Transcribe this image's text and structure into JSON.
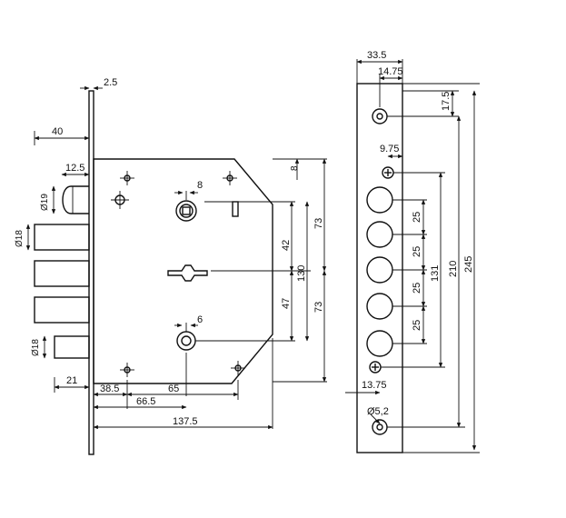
{
  "diagram": {
    "line_color": "#111111",
    "background": "#ffffff",
    "side_view_labels": {
      "plate_thickness": "2.5",
      "backset_40": "40",
      "latch_width": "12.5",
      "latch_dia": "Ø19",
      "bolt1_dia": "Ø18",
      "bolt_bottom_dia": "Ø18",
      "spindle_size": "8",
      "cyl_pin": "6",
      "bolt_offset": "21",
      "dist_38_5": "38.5",
      "dist_65": "65",
      "dist_66_5": "66.5",
      "dist_137_5": "137.5",
      "v_8": "8",
      "v_42": "42",
      "v_47": "47",
      "v_130": "130",
      "v_73_top": "73",
      "v_73_bottom": "73"
    },
    "front_view_labels": {
      "width_33_5": "33.5",
      "width_14_75": "14.75",
      "offset_9_75": "9.75",
      "pitch_1": "25",
      "pitch_2": "25",
      "pitch_3": "25",
      "pitch_4": "25",
      "dim_13_75": "13.75",
      "screw_dia": "Ø5,2",
      "v_17_5": "17.5",
      "v_131": "131",
      "v_210": "210",
      "v_245": "245"
    }
  }
}
